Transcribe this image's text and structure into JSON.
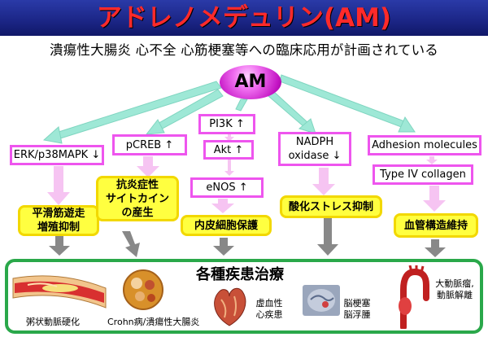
{
  "title": "アドレノメデュリン(AM)",
  "subtitle": "潰瘍性大腸炎 心不全 心筋梗塞等への臨床応用が計画されている",
  "am_label": "AM",
  "pathways": [
    {
      "label": "ERK/p38MAPK ↓"
    },
    {
      "label": "pCREB ↑"
    },
    {
      "label": "PI3K ↑"
    },
    {
      "label": "Akt ↑"
    },
    {
      "label": "eNOS ↑"
    },
    {
      "label_line1": "NADPH",
      "label_line2": "oxidase ↓"
    },
    {
      "label": "Adhesion molecules"
    },
    {
      "label": "Type IV collagen"
    }
  ],
  "effects": [
    {
      "line1": "平滑筋遊走",
      "line2": "増殖抑制"
    },
    {
      "line1": "抗炎症性",
      "line2": "サイトカイン",
      "line3": "の産生"
    },
    {
      "line1": "内皮細胞保護"
    },
    {
      "line1": "酸化ストレス抑制"
    },
    {
      "line1": "血管構造維持"
    }
  ],
  "therapy": {
    "title": "各種疾患治療",
    "diseases": [
      {
        "label": "粥状動脈硬化"
      },
      {
        "label": "Crohn病/潰瘍性大腸炎"
      },
      {
        "line1": "虚血性",
        "line2": "心疾患"
      },
      {
        "line1": "脳梗塞",
        "line2": "脳浮腫"
      },
      {
        "line1": "大動脈瘤,",
        "line2": "動脈解離"
      }
    ]
  },
  "colors": {
    "title_bg": "#1b2585",
    "title_text": "#ff2a2a",
    "am_node": "#d020d0",
    "pathway_border": "#ee55ee",
    "effect_fill": "#ffff40",
    "arrow_teal": "#9ee8d6",
    "arrow_pink": "#f6c4f2",
    "arrow_gray": "#888888",
    "therapy_border": "#2aa84a"
  }
}
